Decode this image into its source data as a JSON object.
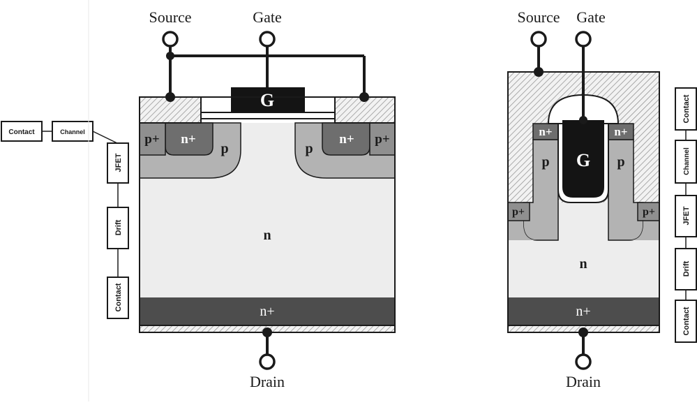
{
  "left_device": {
    "terminals": {
      "source": "Source",
      "gate": "Gate",
      "drain": "Drain"
    },
    "gate_label": "G",
    "regions": {
      "p_plus_left": "p+",
      "n_plus_left": "n+",
      "p_left": "p",
      "p_right": "p",
      "n_plus_right": "n+",
      "p_plus_right": "p+",
      "drift": "n",
      "substrate": "n+"
    }
  },
  "right_device": {
    "terminals": {
      "source": "Source",
      "gate": "Gate",
      "drain": "Drain"
    },
    "gate_label": "G",
    "regions": {
      "n_plus_left": "n+",
      "n_plus_right": "n+",
      "p_left": "p",
      "p_right": "p",
      "p_plus_left": "p+",
      "p_plus_right": "p+",
      "drift": "n",
      "substrate": "n+"
    }
  },
  "left_resistance_chain": {
    "contact_top": "Contact",
    "channel": "Channel",
    "jfet": "JFET",
    "drift": "Drift",
    "contact_bottom": "Contact"
  },
  "right_resistance_chain": {
    "contact_top": "Contact",
    "channel": "Channel",
    "jfet": "JFET",
    "drift": "Drift",
    "contact_bottom": "Contact"
  }
}
